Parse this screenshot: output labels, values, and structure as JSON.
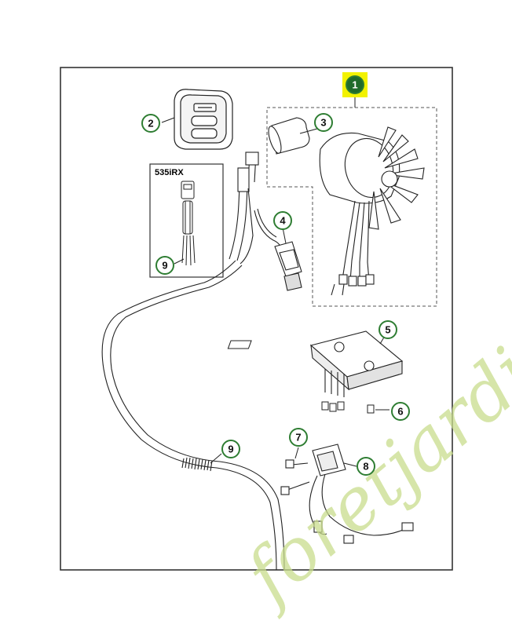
{
  "diagram": {
    "watermark_text": "foretjardin.com",
    "box_title": "535iRX",
    "colors": {
      "callout_ring": "#2e7d32",
      "callout_highlight": "#f2f200",
      "callout_highlight_fill": "#1f6b2a",
      "line": "#222222",
      "frame": "#333333",
      "dashed": "#555555",
      "watermark": "#c8dc8c"
    },
    "callouts": [
      {
        "id": "c1",
        "label": "1",
        "highlighted": true
      },
      {
        "id": "c2",
        "label": "2"
      },
      {
        "id": "c3",
        "label": "3"
      },
      {
        "id": "c4",
        "label": "4"
      },
      {
        "id": "c5",
        "label": "5"
      },
      {
        "id": "c6",
        "label": "6"
      },
      {
        "id": "c7",
        "label": "7"
      },
      {
        "id": "c8",
        "label": "8"
      },
      {
        "id": "c9a",
        "label": "9"
      },
      {
        "id": "c9b",
        "label": "9"
      }
    ]
  }
}
